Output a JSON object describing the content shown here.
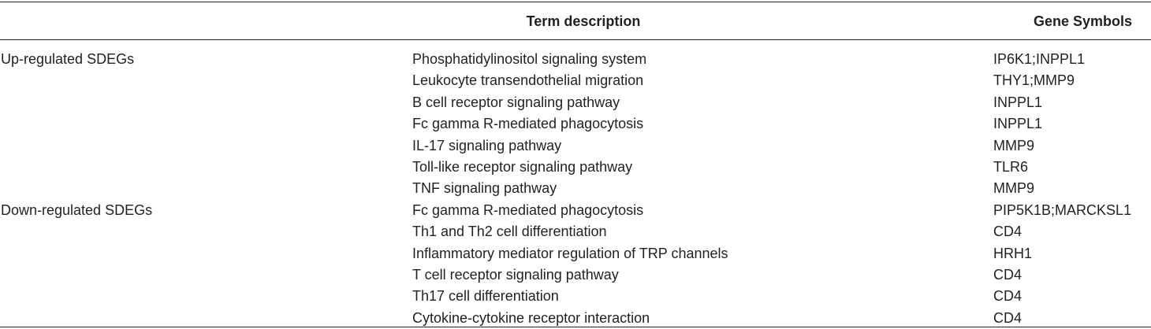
{
  "table": {
    "headers": {
      "group": "",
      "term": "Term description",
      "genes": "Gene Symbols"
    },
    "rows": [
      {
        "group": "Up-regulated SDEGs",
        "term": "Phosphatidylinositol signaling system",
        "genes": "IP6K1;INPPL1"
      },
      {
        "group": "",
        "term": "Leukocyte transendothelial migration",
        "genes": "THY1;MMP9"
      },
      {
        "group": "",
        "term": "B cell receptor signaling pathway",
        "genes": "INPPL1"
      },
      {
        "group": "",
        "term": "Fc gamma R-mediated phagocytosis",
        "genes": "INPPL1"
      },
      {
        "group": "",
        "term": "IL-17 signaling pathway",
        "genes": "MMP9"
      },
      {
        "group": "",
        "term": "Toll-like receptor signaling pathway",
        "genes": "TLR6"
      },
      {
        "group": "",
        "term": "TNF signaling pathway",
        "genes": "MMP9"
      },
      {
        "group": "Down-regulated SDEGs",
        "term": "Fc gamma R-mediated phagocytosis",
        "genes": "PIP5K1B;MARCKSL1"
      },
      {
        "group": "",
        "term": "Th1 and Th2 cell differentiation",
        "genes": "CD4"
      },
      {
        "group": "",
        "term": "Inflammatory mediator regulation of TRP channels",
        "genes": "HRH1"
      },
      {
        "group": "",
        "term": "T cell receptor signaling pathway",
        "genes": "CD4"
      },
      {
        "group": "",
        "term": "Th17 cell differentiation",
        "genes": "CD4"
      },
      {
        "group": "",
        "term": "Cytokine-cytokine receptor interaction",
        "genes": "CD4"
      }
    ]
  }
}
